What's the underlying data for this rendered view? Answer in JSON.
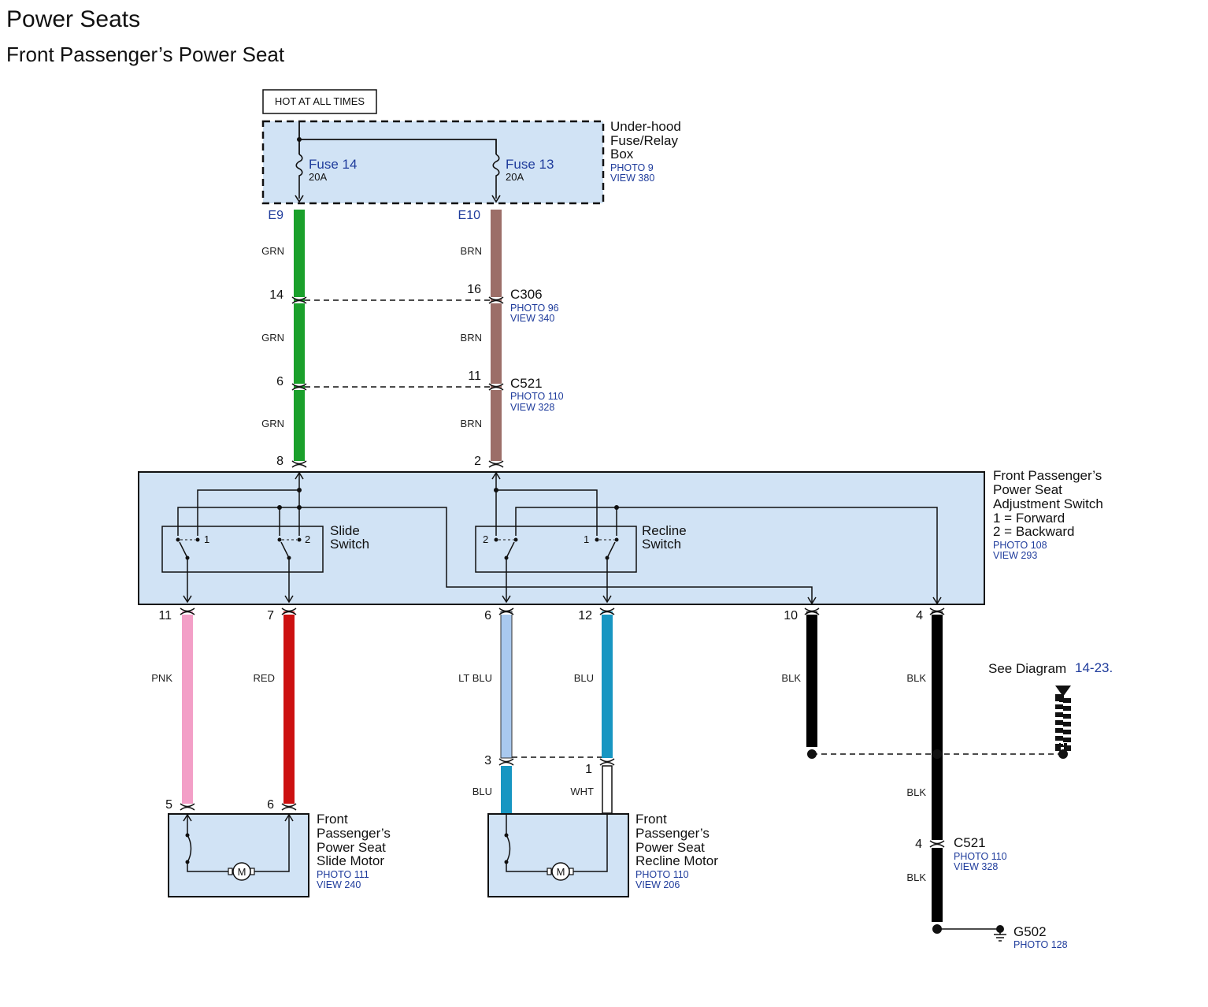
{
  "title": "Power Seats",
  "subtitle": "Front Passenger’s Power Seat",
  "colors": {
    "box_fill": "#d1e3f5",
    "grn": "#1aa02b",
    "brn": "#9c6e68",
    "pnk": "#f39fc7",
    "red": "#cc1111",
    "lt_blu": "#a9c9ef",
    "blu": "#1796c2",
    "blk": "#000000",
    "wht": "#ffffff",
    "link_text": "#1f3c9c"
  },
  "hot_label": "HOT AT ALL TIMES",
  "fuse_box": {
    "name_lines": [
      "Under-hood",
      "Fuse/Relay",
      "Box"
    ],
    "photo": "PHOTO 9",
    "view": "VIEW 380",
    "fuses": [
      {
        "name": "Fuse 14",
        "rating": "20A",
        "terminal": "E9"
      },
      {
        "name": "Fuse 13",
        "rating": "20A",
        "terminal": "E10"
      }
    ]
  },
  "wire_labels": {
    "grn": "GRN",
    "brn": "BRN",
    "pnk": "PNK",
    "red": "RED",
    "lt_blu": "LT BLU",
    "blu": "BLU",
    "wht": "WHT",
    "blk": "BLK"
  },
  "connectors": {
    "c306": {
      "name": "C306",
      "photo": "PHOTO 96",
      "view": "VIEW 340",
      "pin_left": "14",
      "pin_right": "16"
    },
    "c521_top": {
      "name": "C521",
      "photo": "PHOTO 110",
      "view": "VIEW 328",
      "pin_left": "6",
      "pin_right": "11"
    },
    "c521_bottom": {
      "name": "C521",
      "photo": "PHOTO 110",
      "view": "VIEW 328",
      "pin": "4"
    },
    "recline_joint": {
      "pin_left": "3",
      "pin_right": "1"
    }
  },
  "adjustment_switch": {
    "name_lines": [
      "Front Passenger’s",
      "Power Seat",
      "Adjustment Switch",
      "1 = Forward",
      "2 = Backward"
    ],
    "photo": "PHOTO 108",
    "view": "VIEW 293",
    "input_pins": [
      "8",
      "2"
    ],
    "output_pins": [
      "11",
      "7",
      "6",
      "12",
      "10",
      "4"
    ],
    "slide_switch": {
      "name_lines": [
        "Slide",
        "Switch"
      ],
      "pos1": "1",
      "pos2": "2"
    },
    "recline_switch": {
      "name_lines": [
        "Recline",
        "Switch"
      ],
      "pos1": "1",
      "pos2": "2"
    }
  },
  "slide_motor": {
    "name_lines": [
      "Front",
      "Passenger’s",
      "Power Seat",
      "Slide Motor"
    ],
    "photo": "PHOTO 111",
    "view": "VIEW 240",
    "pins": [
      "5",
      "6"
    ],
    "symbol": "M"
  },
  "recline_motor": {
    "name_lines": [
      "Front",
      "Passenger’s",
      "Power Seat",
      "Recline Motor"
    ],
    "photo": "PHOTO 110",
    "view": "VIEW 206",
    "symbol": "M"
  },
  "see_diagram": {
    "text": "See Diagram",
    "ref": "14-23."
  },
  "ground": {
    "name": "G502",
    "photo": "PHOTO 128"
  }
}
